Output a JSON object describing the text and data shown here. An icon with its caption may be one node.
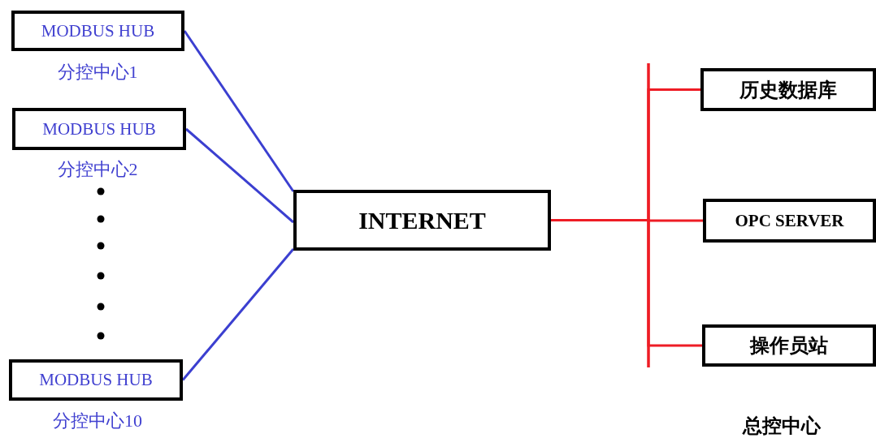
{
  "diagram": {
    "nodes": [
      {
        "text": [
          "MODBUS HUB"
        ],
        "beside": [
          "分控中心1"
        ]
      },
      {
        "text": [
          "MODBUS HUB"
        ],
        "beside": [
          "分控中心2"
        ]
      },
      {
        "text": [
          "MODBUS HUB"
        ],
        "beside": [
          "分控中心10"
        ]
      },
      {
        "text": [
          "INTERNET"
        ]
      },
      {
        "text": [
          "历史数据库"
        ]
      },
      {
        "text": [
          "OPC SERVER"
        ]
      },
      {
        "text": [
          "操作员站"
        ]
      }
    ],
    "edges": [
      {
        "from": 0,
        "to": 3,
        "arrow": "none",
        "color": "#3b3fd0"
      },
      {
        "from": 1,
        "to": 3,
        "arrow": "none",
        "color": "#3b3fd0"
      },
      {
        "from": 2,
        "to": 3,
        "arrow": "none",
        "color": "#3b3fd0"
      },
      {
        "from": 3,
        "to": 4,
        "arrow": "none",
        "color": "#ee1c25"
      },
      {
        "from": 3,
        "to": 5,
        "arrow": "none",
        "color": "#ee1c25"
      },
      {
        "from": 3,
        "to": 6,
        "arrow": "none",
        "color": "#ee1c25"
      }
    ],
    "labels": [
      "总控中心"
    ]
  }
}
